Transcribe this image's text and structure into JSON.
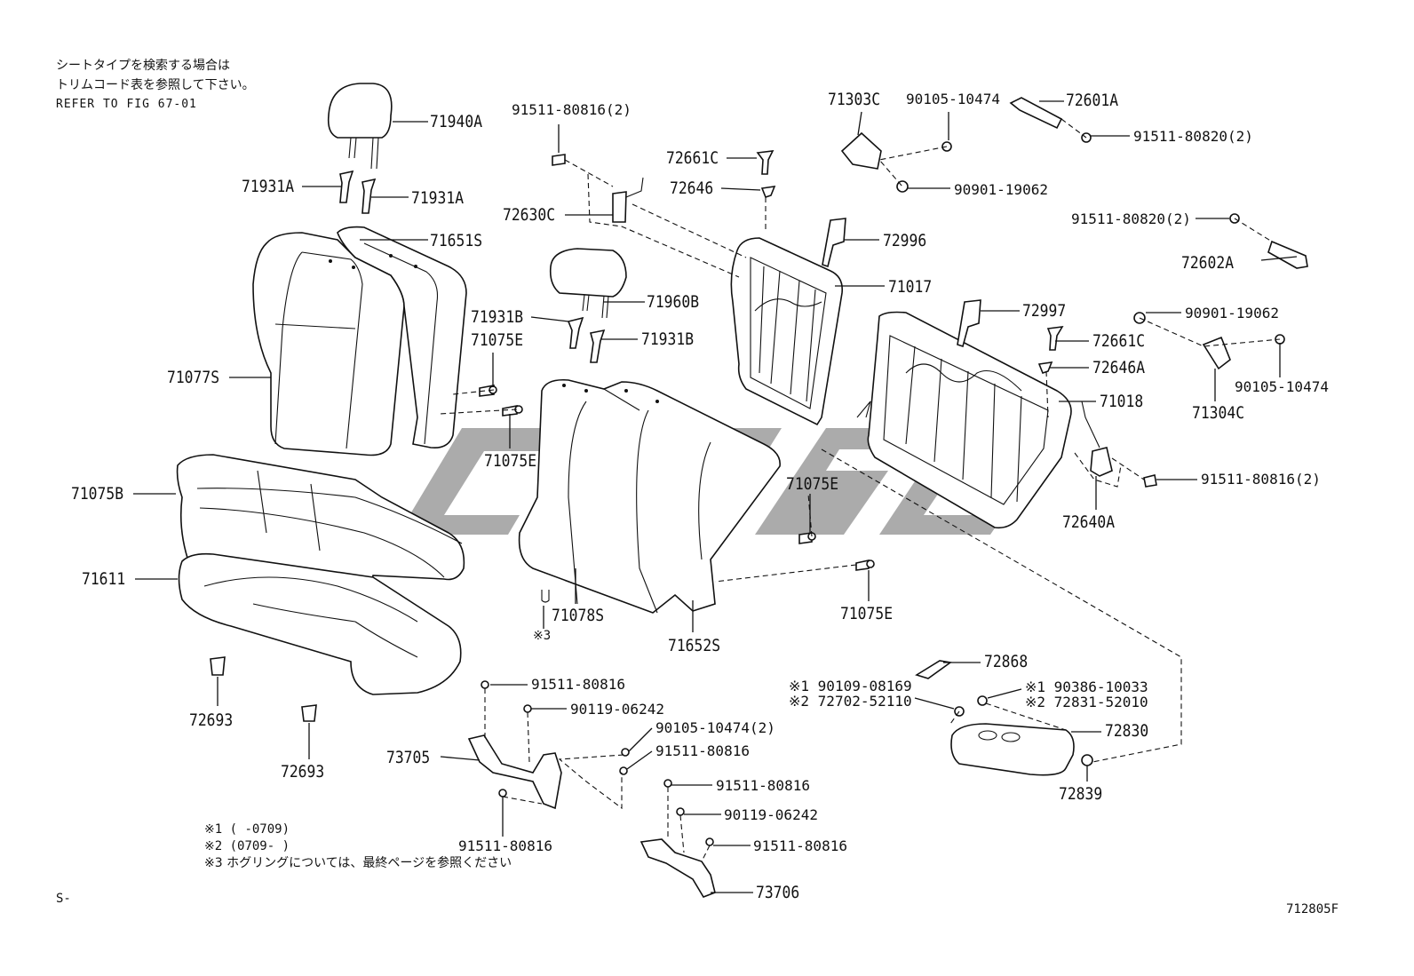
{
  "notes": {
    "jp_line1": "シートタイプを検索する場合は",
    "jp_line2": "トリムコード表を参照して下さい。",
    "refer": "REFER TO FIG 67-01",
    "foot1": "※1 (    -0709)",
    "foot2": "※2 (0709-    )",
    "foot3": "※3 ホグリングについては、最終ページを参照ください",
    "corner_left": "S-",
    "figure_id": "712805F"
  },
  "labels": {
    "l71940A": "71940A",
    "l71931A_1": "71931A",
    "l71931A_2": "71931A",
    "l71651S": "71651S",
    "l71077S": "71077S",
    "l71075B": "71075B",
    "l71611": "71611",
    "l72693_1": "72693",
    "l72693_2": "72693",
    "l91511_80816_2_top": "91511-80816(2)",
    "l72661C": "72661C",
    "l72646": "72646",
    "l72630C": "72630C",
    "l71960B": "71960B",
    "l71931B_1": "71931B",
    "l71931B_2": "71931B",
    "l71075E_1": "71075E",
    "l71075E_2": "71075E",
    "l71075E_3": "71075E",
    "l71075E_4": "71075E",
    "l71078S": "71078S",
    "l71652S": "71652S",
    "l_x3": "※3",
    "l71303C": "71303C",
    "l90105_10474_top": "90105-10474",
    "l72601A": "72601A",
    "l91511_80820_2_a": "91511-80820(2)",
    "l90901_19062_a": "90901-19062",
    "l91511_80820_2_b": "91511-80820(2)",
    "l72996": "72996",
    "l71017": "71017",
    "l72602A": "72602A",
    "l72997": "72997",
    "l90901_19062_b": "90901-19062",
    "l72661C_2": "72661C",
    "l72646A": "72646A",
    "l90105_10474_b": "90105-10474",
    "l71018": "71018",
    "l71304C": "71304C",
    "l91511_80816_2_right": "91511-80816(2)",
    "l72640A": "72640A",
    "l72868": "72868",
    "l90109_08169": "※1 90109-08169",
    "l72702_52110": "※2 72702-52110",
    "l90386_10033": "※1 90386-10033",
    "l72831_52010": "※2 72831-52010",
    "l72830": "72830",
    "l72839": "72839",
    "l91511_80816_a": "91511-80816",
    "l90119_06242_a": "90119-06242",
    "l90105_10474_2": "90105-10474(2)",
    "l91511_80816_b": "91511-80816",
    "l73705": "73705",
    "l91511_80816_c": "91511-80816",
    "l91511_80816_d": "91511-80816",
    "l90119_06242_b": "90119-06242",
    "l91511_80816_e": "91511-80816",
    "l73706": "73706"
  },
  "colors": {
    "line": "#111111",
    "watermark": "#8a8a8a",
    "background": "#ffffff"
  }
}
